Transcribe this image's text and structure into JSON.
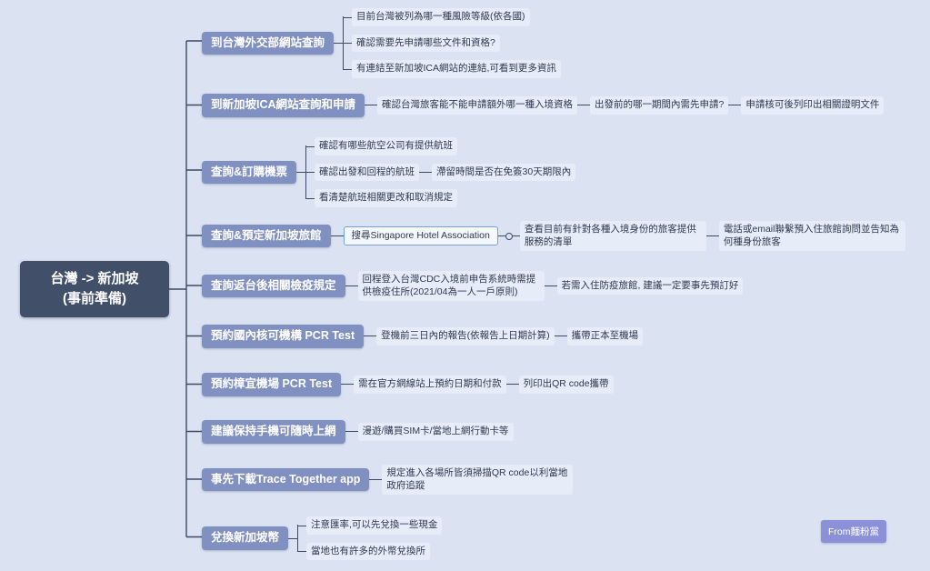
{
  "app": {
    "background_color": "#dbe3f3",
    "line_color": "#3d4a63",
    "branch_color": "#8090c0",
    "root_color": "#414f69",
    "badge_color": "#8b90d9"
  },
  "root": {
    "title_line1": "台灣 -> 新加坡",
    "title_line2": "(事前準備)"
  },
  "branches": [
    {
      "label": "到台灣外交部網站查詢",
      "children": [
        "目前台灣被列為哪一種風險等級(依各國)",
        "確認需要先申請哪些文件和資格?",
        "有連結至新加坡ICA網站的連結,可看到更多資訊"
      ]
    },
    {
      "label": "到新加坡ICA網站查詢和申請",
      "chain": [
        "確認台灣旅客能不能申請額外哪一種入境資格",
        "出發前的哪一期間內需先申請?",
        "申請核可後列印出相關證明文件"
      ]
    },
    {
      "label": "查詢&訂購機票",
      "children": [
        "確認有哪些航空公司有提供航班",
        "確認出發和回程的航班",
        "看清楚航班相關更改和取消規定"
      ],
      "child2_chain": "滯留時間是否在免簽30天期限內"
    },
    {
      "label": "查詢&預定新加坡旅館",
      "special": "搜尋Singapore Hotel Association",
      "chain": [
        "查看目前有針對各種入境身份的旅客提供服務的清單",
        "電話或email聯繫預入住旅館詢問並告知為何種身份旅客"
      ]
    },
    {
      "label": "查詢返台後相關檢疫規定",
      "chain": [
        "回程登入台灣CDC入境前申告系統時需提供檢疫住所(2021/04為一人一戶原則)",
        "若需入住防疫旅館, 建議一定要事先預訂好"
      ]
    },
    {
      "label": "預約國內核可機構 PCR Test",
      "chain": [
        "登機前三日內的報告(依報告上日期計算)",
        "攜帶正本至機場"
      ]
    },
    {
      "label": "預約樟宜機場 PCR Test",
      "chain": [
        "需在官方網線站上預約日期和付款",
        "列印出QR code攜帶"
      ]
    },
    {
      "label": "建議保持手機可隨時上網",
      "chain": [
        "漫遊/購買SIM卡/當地上網行動卡等"
      ]
    },
    {
      "label": "事先下載Trace Together app",
      "chain": [
        "規定進入各場所皆須掃描QR code以利當地政府追蹤"
      ]
    },
    {
      "label": "兌換新加坡幣",
      "children": [
        "注意匯率,可以先兌換一些現金",
        "當地也有許多的外幣兌換所"
      ]
    }
  ],
  "watermark": {
    "label": "From麵粉黨"
  }
}
